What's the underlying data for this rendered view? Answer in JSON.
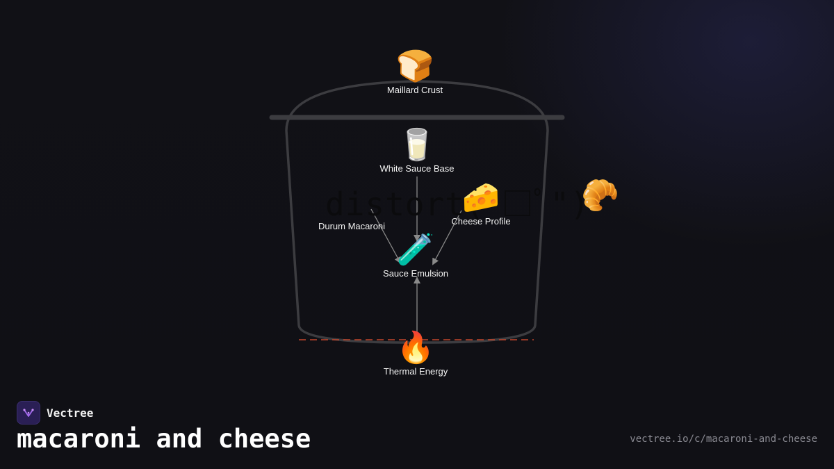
{
  "diagram": {
    "nodes": [
      {
        "id": "maillard",
        "icon": "bread-icon",
        "emoji": "🍞",
        "label": "Maillard Crust"
      },
      {
        "id": "white-sauce",
        "icon": "milk-glass-icon",
        "emoji": "🥛",
        "label": "White Sauce Base"
      },
      {
        "id": "durum",
        "icon": "none",
        "emoji": "",
        "label": "Durum Macaroni"
      },
      {
        "id": "cheese",
        "icon": "cheese-icon",
        "emoji": "🧀",
        "label": "Cheese Profile"
      },
      {
        "id": "emulsion",
        "icon": "test-tube-icon",
        "emoji": "🧪",
        "label": "Sauce Emulsion"
      },
      {
        "id": "thermal",
        "icon": "fire-icon",
        "emoji": "🔥",
        "label": "Thermal Energy"
      }
    ],
    "edges": [
      {
        "from": "white-sauce",
        "to": "emulsion"
      },
      {
        "from": "durum",
        "to": "emulsion"
      },
      {
        "from": "cheese",
        "to": "emulsion"
      },
      {
        "from": "thermal",
        "to": "emulsion"
      }
    ],
    "overlay_text": "distort(ﾟ□ﾟ\")",
    "extra_icon": {
      "name": "croissant-icon",
      "emoji": "🥐"
    },
    "colors": {
      "pot_stroke": "#3c3c40",
      "edge": "#8a8a8a",
      "heat_line": "#c0462c"
    }
  },
  "footer": {
    "brand": "Vectree",
    "title": "macaroni and cheese",
    "url": "vectree.io/c/macaroni-and-cheese"
  }
}
